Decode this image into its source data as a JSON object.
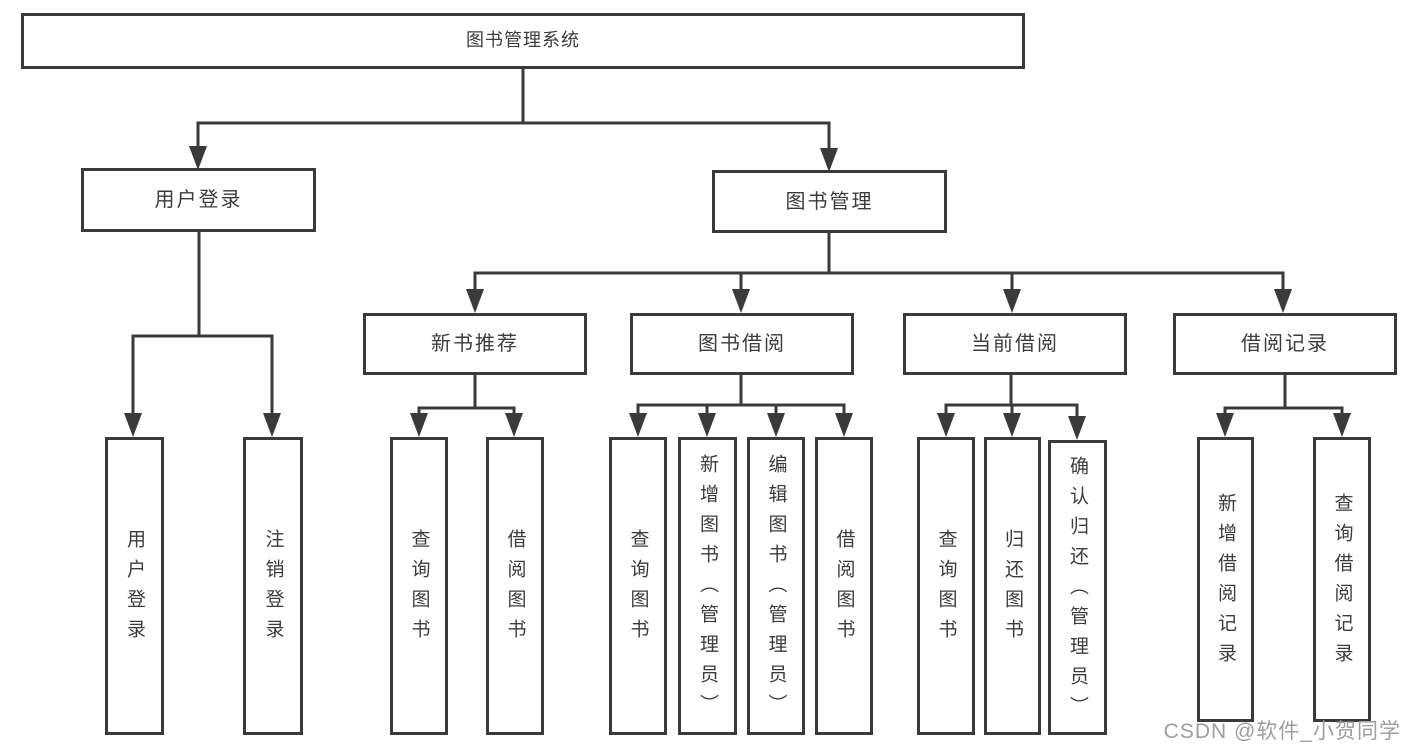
{
  "tree": {
    "label": "图书管理系统",
    "children": [
      {
        "label": "用户登录",
        "children": [
          {
            "label": "用户登录"
          },
          {
            "label": "注销登录"
          }
        ]
      },
      {
        "label": "图书管理",
        "children": [
          {
            "label": "新书推荐",
            "children": [
              {
                "label": "查询图书"
              },
              {
                "label": "借阅图书"
              }
            ]
          },
          {
            "label": "图书借阅",
            "children": [
              {
                "label": "查询图书"
              },
              {
                "label": "新增图书（管理员）"
              },
              {
                "label": "编辑图书（管理员）"
              },
              {
                "label": "借阅图书"
              }
            ]
          },
          {
            "label": "当前借阅",
            "children": [
              {
                "label": "查询图书"
              },
              {
                "label": "归还图书"
              },
              {
                "label": "确认归还（管理员）"
              }
            ]
          },
          {
            "label": "借阅记录",
            "children": [
              {
                "label": "新增借阅记录"
              },
              {
                "label": "查询借阅记录"
              }
            ]
          }
        ]
      }
    ]
  },
  "watermark": {
    "text": "CSDN @软件_小贺同学",
    "color": "#9e9e9e"
  },
  "colors": {
    "line": "#3a3a3a",
    "text": "#3c3c3c",
    "background": "#ffffff"
  }
}
